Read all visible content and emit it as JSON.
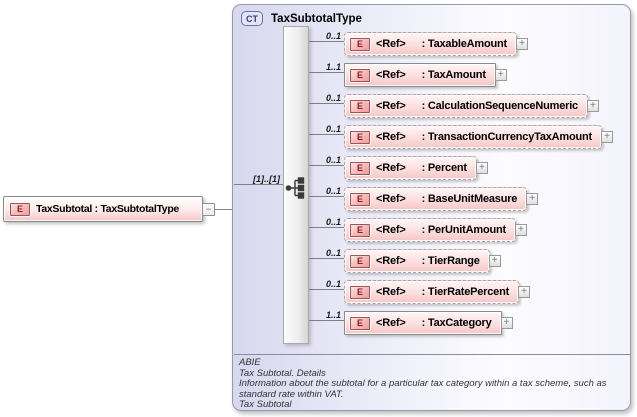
{
  "icons": {
    "element_badge": "E",
    "complex_type_badge": "CT",
    "expand_glyph": "+",
    "collapse_glyph": "−",
    "sequence_compositor": "sequence-tree-icon"
  },
  "colors": {
    "complex_type_fill": "#d7d7ef",
    "complex_type_border": "#9898ae",
    "element_fill_top": "#fef6f6",
    "element_fill_bottom": "#f6c6c6",
    "element_border_solid": "#8a8a8a",
    "element_border_dashed": "#a6a6a6",
    "badge_border": "#9a5555",
    "badge_text": "#8b2020",
    "connector_line": "#808080",
    "annotation_text": "#333333"
  },
  "root_element": {
    "badge": "E",
    "label": "TaxSubtotal : TaxSubtotalType"
  },
  "complex_type": {
    "badge": "CT",
    "title": "TaxSubtotalType",
    "compositor": {
      "type": "sequence",
      "cardinality_label": "[1]..[1]"
    },
    "items": [
      {
        "badge": "E",
        "cardinality": "0..1",
        "ref": "<Ref>",
        "name": ": TaxableAmount",
        "optional": true
      },
      {
        "badge": "E",
        "cardinality": "1..1",
        "ref": "<Ref>",
        "name": ": TaxAmount",
        "optional": false
      },
      {
        "badge": "E",
        "cardinality": "0..1",
        "ref": "<Ref>",
        "name": ": CalculationSequenceNumeric",
        "optional": true
      },
      {
        "badge": "E",
        "cardinality": "0..1",
        "ref": "<Ref>",
        "name": ": TransactionCurrencyTaxAmount",
        "optional": true
      },
      {
        "badge": "E",
        "cardinality": "0..1",
        "ref": "<Ref>",
        "name": ": Percent",
        "optional": true
      },
      {
        "badge": "E",
        "cardinality": "0..1",
        "ref": "<Ref>",
        "name": ": BaseUnitMeasure",
        "optional": true
      },
      {
        "badge": "E",
        "cardinality": "0..1",
        "ref": "<Ref>",
        "name": ": PerUnitAmount",
        "optional": true
      },
      {
        "badge": "E",
        "cardinality": "0..1",
        "ref": "<Ref>",
        "name": ": TierRange",
        "optional": true
      },
      {
        "badge": "E",
        "cardinality": "0..1",
        "ref": "<Ref>",
        "name": ": TierRatePercent",
        "optional": true
      },
      {
        "badge": "E",
        "cardinality": "1..1",
        "ref": "<Ref>",
        "name": ": TaxCategory",
        "optional": false
      }
    ],
    "annotation": {
      "lines": [
        "ABIE",
        "Tax Subtotal. Details",
        "Information about the subtotal for a particular tax category within a tax scheme, such as",
        "standard rate within VAT.",
        "Tax Subtotal"
      ]
    }
  }
}
